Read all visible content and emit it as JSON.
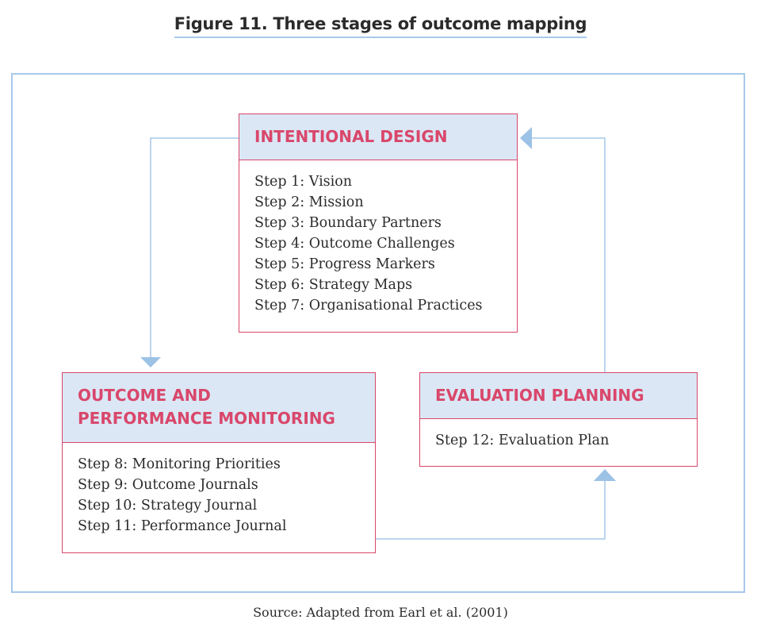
{
  "title": "Figure 11. Three stages of outcome mapping",
  "source": "Source: Adapted from Earl et al. (2001)",
  "colors": {
    "accent": "#d9476b",
    "header_bg": "#dbe7f5",
    "line": "#a6c8eb"
  },
  "stages": {
    "intentional_design": {
      "title": "INTENTIONAL DESIGN",
      "steps": [
        "Step 1: Vision",
        "Step 2: Mission",
        "Step 3: Boundary Partners",
        "Step 4: Outcome Challenges",
        "Step 5: Progress Markers",
        "Step 6: Strategy Maps",
        "Step 7: Organisational Practices"
      ]
    },
    "outcome_monitoring": {
      "title_line1": "OUTCOME AND",
      "title_line2": "PERFORMANCE MONITORING",
      "steps": [
        "Step 8: Monitoring Priorities",
        "Step 9: Outcome Journals",
        "Step 10: Strategy Journal",
        "Step 11: Performance Journal"
      ]
    },
    "evaluation_planning": {
      "title": "EVALUATION PLANNING",
      "steps": [
        "Step 12: Evaluation Plan"
      ]
    }
  }
}
